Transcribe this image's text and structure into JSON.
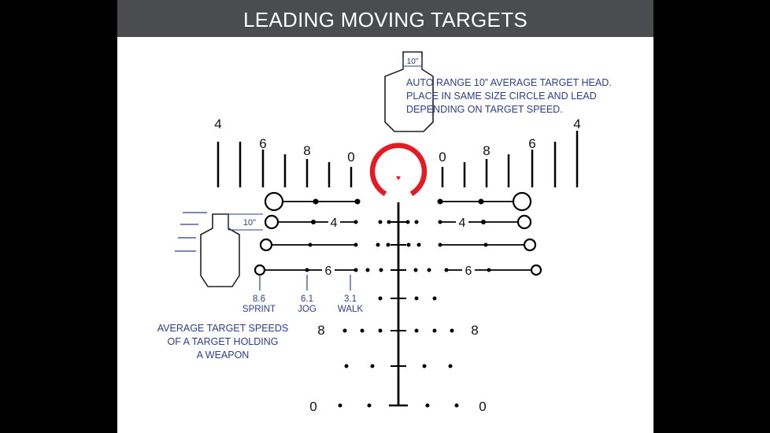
{
  "title": "LEADING MOVING TARGETS",
  "head_label": "10\"",
  "auto_range_note": [
    "AUTO RANGE 10” AVERAGE TARGET HEAD.",
    "PLACE IN SAME SIZE CIRCLE AND LEAD",
    "DEPENDING ON TARGET SPEED."
  ],
  "top_stadia_labels": {
    "left": [
      "4",
      "6",
      "8",
      "0"
    ],
    "right": [
      "0",
      "8",
      "6",
      "4"
    ]
  },
  "lead_labels": {
    "row2": "4",
    "row4": "6"
  },
  "target_width_label": "10\"",
  "speeds": [
    {
      "value": "8.6",
      "label": "SPRINT"
    },
    {
      "value": "6.1",
      "label": "JOG"
    },
    {
      "value": "3.1",
      "label": "WALK"
    }
  ],
  "speeds_note": [
    "AVERAGE TARGET SPEEDS",
    "OF A TARGET HOLDING",
    "A WEAPON"
  ],
  "drop_labels": {
    "row8_left": "8",
    "row8_right": "8",
    "row0_left": "0",
    "row0_right": "0"
  },
  "colors": {
    "title_bg": "#4a4c50",
    "reticle_red": "#e31b23",
    "note_blue": "#2b3f8c"
  }
}
